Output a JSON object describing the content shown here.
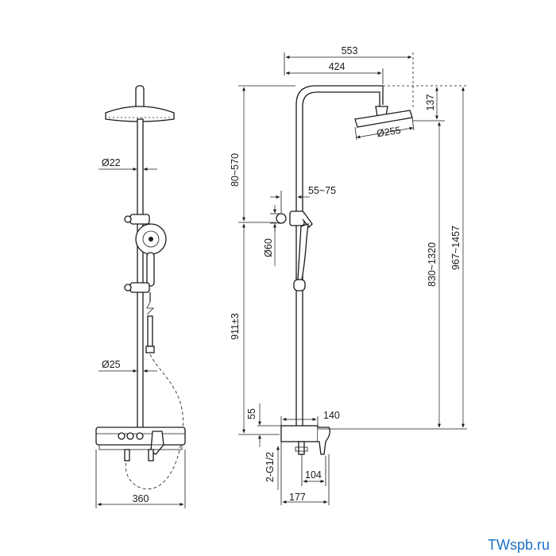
{
  "front_view": {
    "dim_rail_diameter": "Ø22",
    "dim_lower_diameter": "Ø25",
    "dim_width": "360"
  },
  "side_view": {
    "dim_reach_total": "553",
    "dim_arm_length": "424",
    "dim_head_height": "137",
    "dim_head_diameter": "Ø255",
    "dim_arm_adjust": "80~570",
    "dim_holder_offset": "55~75",
    "dim_holder_diameter": "Ø60",
    "dim_holder_height": "911±3",
    "dim_rail_range": "830~1320",
    "dim_total_range": "967~1457",
    "dim_body_height": "55",
    "dim_body_depth": "140",
    "dim_thread": "2-G1/2",
    "dim_outlet": "104",
    "dim_depth": "177"
  },
  "watermark": "TWspb.ru"
}
